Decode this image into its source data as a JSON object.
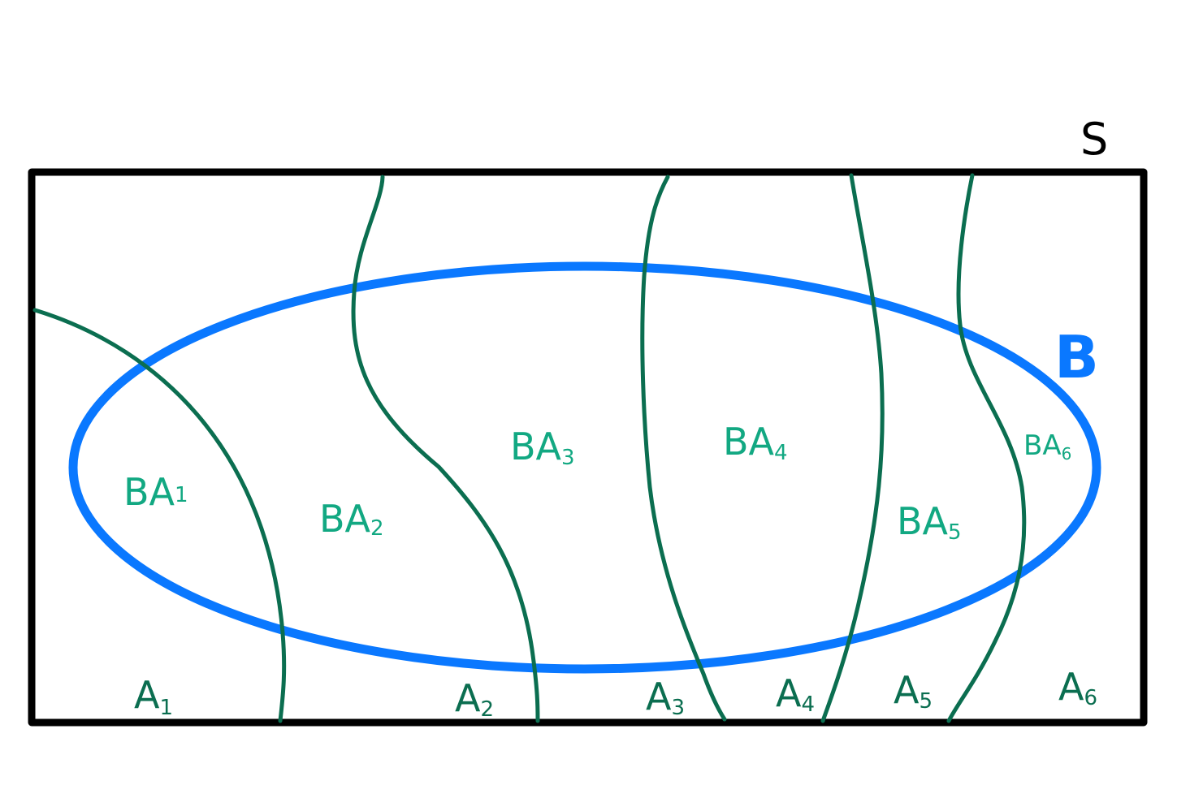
{
  "colors": {
    "background": "#ffffff",
    "frame": "#000000",
    "event_b": "#0a78ff",
    "partition_lines": "#0b6e50",
    "region_labels": "#12a882"
  },
  "sample_space": {
    "label": "S"
  },
  "event": {
    "label": "B"
  },
  "partition_labels": [
    {
      "letter": "A",
      "sub": "1"
    },
    {
      "letter": "A",
      "sub": "2"
    },
    {
      "letter": "A",
      "sub": "3"
    },
    {
      "letter": "A",
      "sub": "4"
    },
    {
      "letter": "A",
      "sub": "5"
    },
    {
      "letter": "A",
      "sub": "6"
    }
  ],
  "intersection_labels": [
    {
      "prefix": "BA",
      "sub": "1"
    },
    {
      "prefix": "BA",
      "sub": "2"
    },
    {
      "prefix": "BA",
      "sub": "3"
    },
    {
      "prefix": "BA",
      "sub": "4"
    },
    {
      "prefix": "BA",
      "sub": "5"
    },
    {
      "prefix": "BA",
      "sub": "6"
    }
  ]
}
